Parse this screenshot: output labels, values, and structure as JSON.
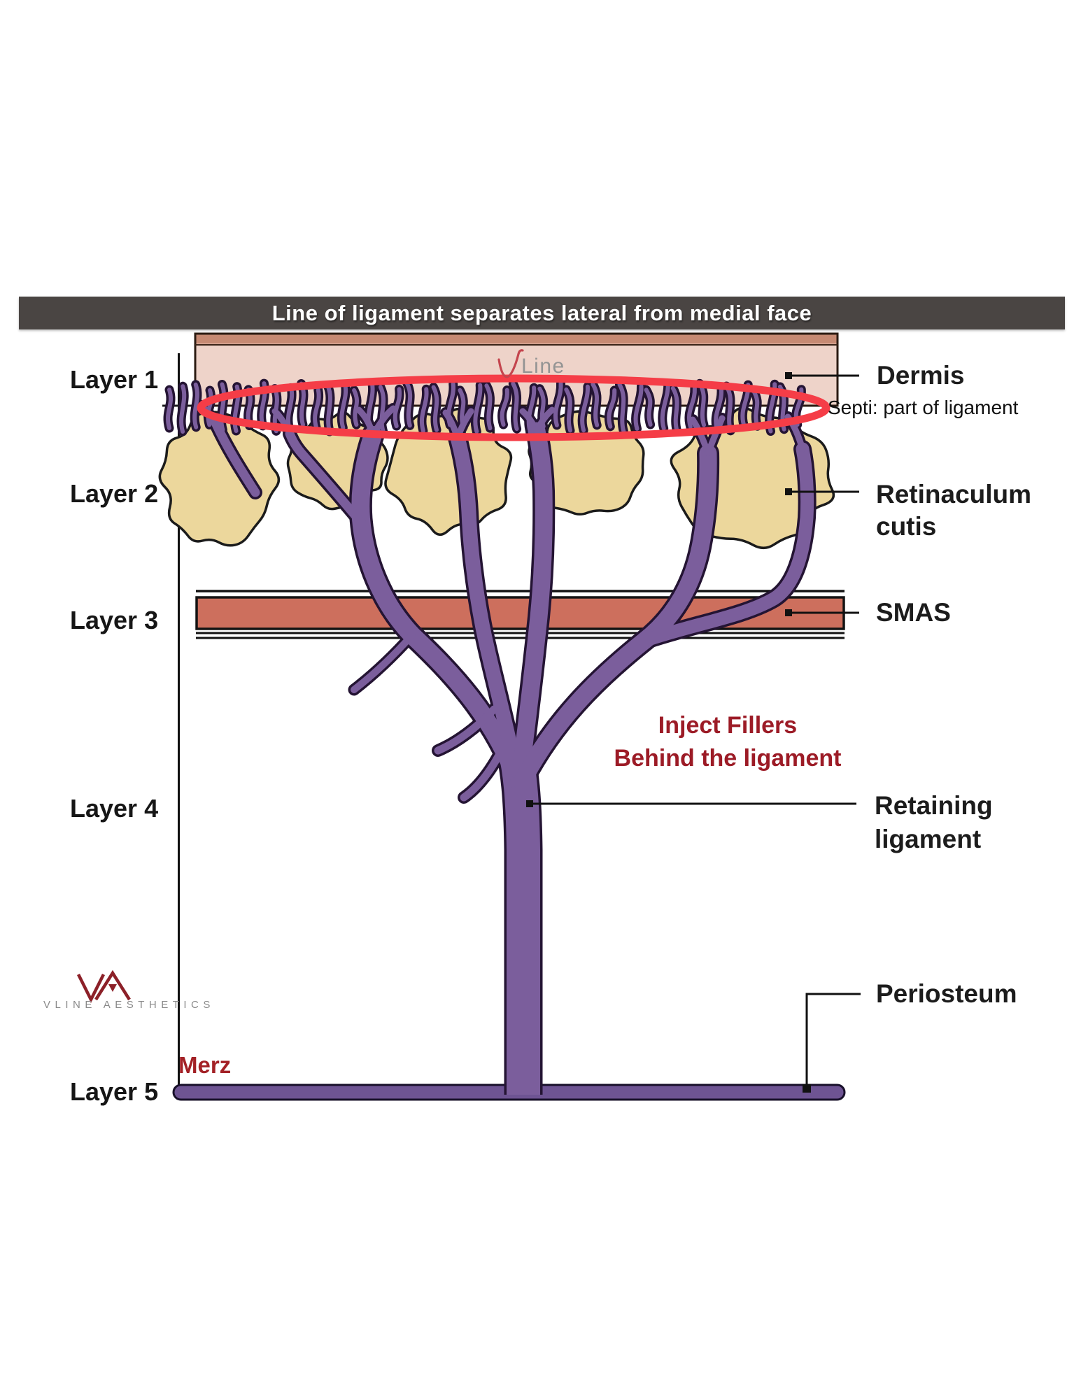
{
  "title": "Line of ligament separates lateral from medial face",
  "layers": {
    "items": [
      {
        "label": "Layer 1"
      },
      {
        "label": "Layer 2"
      },
      {
        "label": "Layer 3"
      },
      {
        "label": "Layer 4"
      },
      {
        "label": "Layer 5"
      }
    ]
  },
  "labels": {
    "dermis": "Dermis",
    "septi": "Septi: part of ligament",
    "retinaculum_line1": "Retinaculum",
    "retinaculum_line2": "cutis",
    "smas": "SMAS",
    "retaining_line1": "Retaining",
    "retaining_line2": "ligament",
    "periosteum": "Periosteum"
  },
  "annotations": {
    "inject_line1": "Inject Fillers",
    "inject_line2": "Behind the ligament",
    "merz": "Merz"
  },
  "watermark": {
    "text": "Line"
  },
  "logo": {
    "monogram": "VLA",
    "wordmark": "VLINE AESTHETICS"
  },
  "colors": {
    "title_bar": "#4a4543",
    "title_text": "#ffffff",
    "dermis_fill": "#eed3c9",
    "dermis_top_band": "#c68a73",
    "fat_fill": "#ecd79c",
    "smas_fill": "#cd6f5d",
    "ligament_purple": "#7b5e9c",
    "ligament_outline": "#241433",
    "periosteum_fill": "#6e5493",
    "ellipse_red": "#f53d47",
    "note_dark_red": "#9c1b26",
    "logo_red": "#8c2028"
  }
}
